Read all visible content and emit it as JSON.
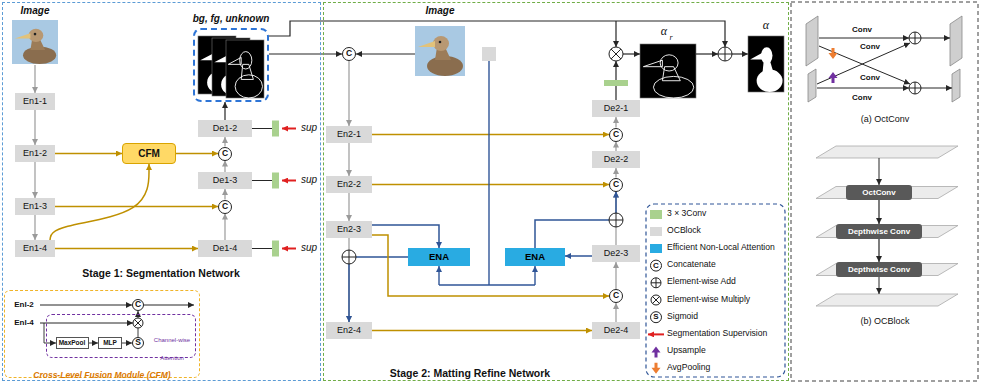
{
  "diagram": {
    "nodes": [
      {
        "text": [
          "Stage 1: Segmentation Network"
        ]
      },
      {
        "text": [
          "En1-1"
        ],
        "in": 0
      },
      {
        "text": [
          "En1-2"
        ],
        "in": 0
      },
      {
        "text": [
          "En1-3"
        ],
        "in": 0
      },
      {
        "text": [
          "En1-4"
        ],
        "in": 0
      },
      {
        "text": [
          "CFM"
        ],
        "in": 0
      },
      {
        "text": [
          "bg, fg, unknown"
        ],
        "in": 0
      },
      {
        "text": [
          "De1-2"
        ],
        "in": 0
      },
      {
        "text": [
          "C"
        ],
        "in": 0
      },
      {
        "text": [
          "De1-3"
        ],
        "in": 0
      },
      {
        "text": [
          "C"
        ],
        "in": 0
      },
      {
        "text": [
          "De1-4"
        ],
        "in": 0
      },
      {
        "text": [
          "Cross-Level Fusion Module (CFM)"
        ],
        "in": 0
      },
      {
        "text": [
          "C"
        ],
        "in": 12
      },
      {
        "text": [
          "Channel-wise Attention"
        ],
        "in": 12
      },
      {
        "text": [
          "MaxPool"
        ],
        "in": 14
      },
      {
        "text": [
          "MLP"
        ],
        "in": 14
      },
      {
        "text": [
          "S"
        ],
        "in": 14
      },
      {
        "text": [
          "Stage 2: Matting Refine Network"
        ]
      },
      {
        "text": [
          "C"
        ],
        "in": 18
      },
      {
        "text": [
          "En2-1"
        ],
        "in": 18
      },
      {
        "text": [
          "En2-2"
        ],
        "in": 18
      },
      {
        "text": [
          "En2-3"
        ],
        "in": 18
      },
      {
        "text": [
          "En2-4"
        ],
        "in": 18
      },
      {
        "text": [
          "ENA"
        ],
        "in": 18
      },
      {
        "text": [
          "ENA"
        ],
        "in": 18
      },
      {
        "text": [
          "De2-1"
        ],
        "in": 18
      },
      {
        "text": [
          "C"
        ],
        "in": 18
      },
      {
        "text": [
          "De2-2"
        ],
        "in": 18
      },
      {
        "text": [
          "C"
        ],
        "in": 18
      },
      {
        "text": [
          "De2-3"
        ],
        "in": 18
      },
      {
        "text": [
          "C"
        ],
        "in": 18
      },
      {
        "text": [
          "De2-4"
        ],
        "in": 18
      },
      {
        "text": [
          "OctConv"
        ]
      },
      {
        "text": [
          "Depthwise Conv"
        ]
      },
      {
        "text": [
          "Depthwise Conv"
        ]
      }
    ],
    "edges": [
      {
        "from": 1,
        "to": 2,
        "arrow": "to"
      },
      {
        "from": 2,
        "to": 3,
        "arrow": "to"
      },
      {
        "from": 3,
        "to": 4,
        "arrow": "to"
      },
      {
        "from": 2,
        "to": 5,
        "arrow": "to"
      },
      {
        "from": 4,
        "to": 5,
        "arrow": "to"
      },
      {
        "from": 5,
        "to": 8,
        "arrow": "to"
      },
      {
        "from": 8,
        "to": 7,
        "arrow": "to"
      },
      {
        "from": 9,
        "to": 8,
        "arrow": "to"
      },
      {
        "from": 3,
        "to": 10,
        "arrow": "to"
      },
      {
        "from": 10,
        "to": 9,
        "arrow": "to"
      },
      {
        "from": 11,
        "to": 10,
        "arrow": "to"
      },
      {
        "from": 4,
        "to": 11,
        "arrow": "to"
      },
      {
        "from": 7,
        "to": 6,
        "arrow": "to"
      },
      {
        "from": 6,
        "to": 19,
        "arrow": "to"
      },
      {
        "from": 19,
        "to": 20,
        "arrow": "to"
      },
      {
        "from": 20,
        "to": 21,
        "arrow": "to"
      },
      {
        "from": 21,
        "to": 22,
        "arrow": "to"
      },
      {
        "from": 22,
        "to": 23,
        "arrow": "to"
      },
      {
        "from": 22,
        "to": 24,
        "arrow": "to"
      },
      {
        "from": 24,
        "to": 23,
        "arrow": "to"
      },
      {
        "from": 22,
        "to": 31,
        "arrow": "to"
      },
      {
        "from": 23,
        "to": 32,
        "arrow": "to"
      },
      {
        "from": 32,
        "to": 31,
        "arrow": "to"
      },
      {
        "from": 31,
        "to": 30,
        "arrow": "to"
      },
      {
        "from": 30,
        "to": 25,
        "arrow": "to"
      },
      {
        "from": 30,
        "to": 29,
        "arrow": "to"
      },
      {
        "from": 25,
        "to": 29,
        "arrow": "to"
      },
      {
        "from": 21,
        "to": 29,
        "arrow": "to"
      },
      {
        "from": 29,
        "to": 28,
        "arrow": "to"
      },
      {
        "from": 28,
        "to": 27,
        "arrow": "to"
      },
      {
        "from": 20,
        "to": 27,
        "arrow": "to"
      },
      {
        "from": 27,
        "to": 26,
        "arrow": "to"
      },
      {
        "from": 15,
        "to": 16,
        "arrow": "to"
      },
      {
        "from": 16,
        "to": 17,
        "arrow": "to"
      },
      {
        "from": 33,
        "to": 34,
        "arrow": "to"
      },
      {
        "from": 34,
        "to": 35,
        "arrow": "to"
      },
      {
        "from": 17,
        "to": 13,
        "arrow": "to"
      }
    ],
    "labels": [
      "Image",
      "Image",
      "sup",
      "sup",
      "sup",
      "Enl-2",
      "Enl-4",
      "α",
      "r",
      "α",
      "C",
      "S",
      "Conv",
      "Conv",
      "Conv",
      "Conv",
      "(a) OctConv",
      "(b) OCBlock"
    ],
    "legend": [
      {
        "text": "3 × 3Conv",
        "color": "#a9d18e"
      },
      {
        "text": "OCBlock",
        "color": "#d9d9d9"
      },
      {
        "text": "Efficient Non-Local Attention",
        "color": "#29abe2"
      },
      {
        "text": "Concatenate"
      },
      {
        "text": "Element-wise Add"
      },
      {
        "text": "Element-wise Multiply"
      },
      {
        "text": "Sigmoid"
      },
      {
        "text": "Segmentation Supervision"
      },
      {
        "text": "Upsample"
      },
      {
        "text": "AvgPooling"
      }
    ]
  }
}
